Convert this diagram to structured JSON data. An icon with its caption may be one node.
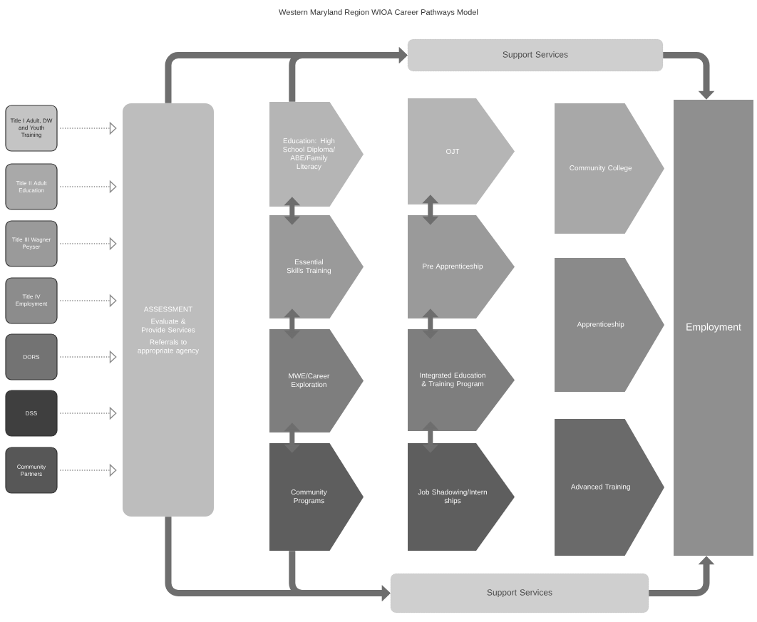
{
  "diagram": {
    "title": "Western Maryland Region WIOA  Career Pathways Model",
    "nodes": [
      {
        "text": [
          "Title I Adult, DW and Youth Training"
        ]
      },
      {
        "text": [
          "Title II Adult Education"
        ]
      },
      {
        "text": [
          "Title III Wagner Peyser"
        ]
      },
      {
        "text": [
          "Title IV Employment"
        ]
      },
      {
        "text": [
          "DORS"
        ]
      },
      {
        "text": [
          "DSS"
        ]
      },
      {
        "text": [
          "Community Partners"
        ]
      },
      {
        "text": [
          "ASSESSMENT",
          "Evaluate & Provide Services",
          "Referrals to appropriate agency"
        ]
      },
      {
        "text": [
          "Support Services"
        ]
      },
      {
        "text": [
          "Education: High School Diploma/ ABE/Family Literacy"
        ]
      },
      {
        "text": [
          "Essential Skills Training"
        ]
      },
      {
        "text": [
          "MWE/Career Exploration"
        ]
      },
      {
        "text": [
          "Community Programs"
        ]
      },
      {
        "text": [
          "OJT"
        ]
      },
      {
        "text": [
          "Pre Apprenticeship"
        ]
      },
      {
        "text": [
          "Integrated Education & Training Program"
        ]
      },
      {
        "text": [
          "Job Shadowing/Intern ships"
        ]
      },
      {
        "text": [
          "Community College"
        ]
      },
      {
        "text": [
          "Apprenticeship"
        ]
      },
      {
        "text": [
          "Advanced Training"
        ]
      },
      {
        "text": [
          "Employment"
        ]
      },
      {
        "text": [
          "Support Services"
        ]
      }
    ],
    "edges": [
      {
        "from": 0,
        "to": 7,
        "arrow": "to",
        "style": "dashed"
      },
      {
        "from": 1,
        "to": 7,
        "arrow": "to",
        "style": "dashed"
      },
      {
        "from": 2,
        "to": 7,
        "arrow": "to",
        "style": "dashed"
      },
      {
        "from": 3,
        "to": 7,
        "arrow": "to",
        "style": "dashed"
      },
      {
        "from": 4,
        "to": 7,
        "arrow": "to",
        "style": "dashed"
      },
      {
        "from": 5,
        "to": 7,
        "arrow": "to",
        "style": "dashed"
      },
      {
        "from": 6,
        "to": 7,
        "arrow": "to",
        "style": "dashed"
      },
      {
        "from": 7,
        "to": 8,
        "arrow": "to"
      },
      {
        "from": 9,
        "to": 8,
        "arrow": "to"
      },
      {
        "from": 8,
        "to": 20,
        "arrow": "to"
      },
      {
        "from": 7,
        "to": 21,
        "arrow": "to"
      },
      {
        "from": 12,
        "to": 21,
        "arrow": "to"
      },
      {
        "from": 21,
        "to": 20,
        "arrow": "to"
      },
      {
        "from": 9,
        "to": 10,
        "arrow": "both"
      },
      {
        "from": 10,
        "to": 11,
        "arrow": "both"
      },
      {
        "from": 11,
        "to": 12,
        "arrow": "both"
      },
      {
        "from": 13,
        "to": 14,
        "arrow": "both"
      },
      {
        "from": 14,
        "to": 15,
        "arrow": "both"
      },
      {
        "from": 15,
        "to": 16,
        "arrow": "both"
      }
    ]
  }
}
